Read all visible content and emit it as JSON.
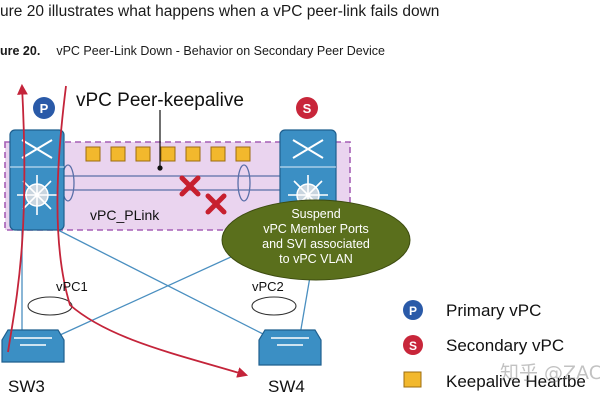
{
  "intro_text": "ure 20 illustrates what happens when a vPC peer-link fails down",
  "figure": {
    "number": "ure 20.",
    "title": "vPC Peer-Link Down - Behavior on Secondary Peer Device"
  },
  "labels": {
    "peer_keepalive": "vPC Peer-keepalive",
    "peer_link": "vPC_PLink",
    "vpc1": "vPC1",
    "vpc2": "vPC2",
    "sw3": "SW3",
    "sw4": "SW4",
    "primary_badge": "P",
    "secondary_badge": "S"
  },
  "callout": {
    "lines": [
      "Suspend",
      "vPC Member Ports",
      "and SVI associated",
      "to vPC VLAN"
    ]
  },
  "legend": {
    "primary": {
      "badge": "P",
      "label": "Primary vPC"
    },
    "secondary": {
      "badge": "S",
      "label": "Secondary vPC"
    },
    "keepalive": {
      "label": "Keepalive Heartbe"
    }
  },
  "watermark": "知乎 @ZAC",
  "colors": {
    "primary_badge": "#2a5aa8",
    "secondary_badge": "#c8263a",
    "switch_fill": "#3b8fc4",
    "peer_zone": "#ead4ef",
    "keepalive_square": "#f2b82d",
    "callout_fill": "#5a6f1c",
    "failure_x": "#c7202f",
    "traffic_arrow": "#c4243a"
  }
}
